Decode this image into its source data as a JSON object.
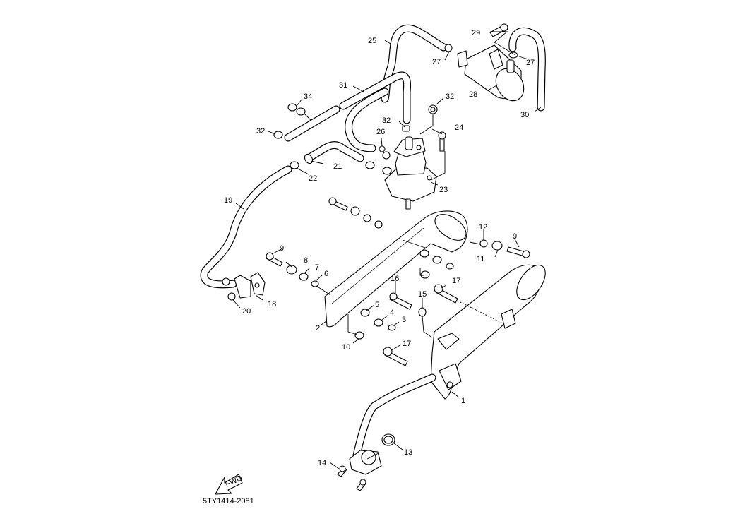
{
  "diagram": {
    "title": "Exhaust / Air induction system exploded parts diagram",
    "drawing_code": "5TY1414-2081",
    "fwd_arrow_label": "FWD",
    "callouts": [
      {
        "id": "c1",
        "text": "1"
      },
      {
        "id": "c2",
        "text": "2"
      },
      {
        "id": "c3",
        "text": "3"
      },
      {
        "id": "c4",
        "text": "4"
      },
      {
        "id": "c5",
        "text": "5"
      },
      {
        "id": "c6",
        "text": "6"
      },
      {
        "id": "c7",
        "text": "7"
      },
      {
        "id": "c8",
        "text": "8"
      },
      {
        "id": "c9a",
        "text": "9"
      },
      {
        "id": "c9b",
        "text": "9"
      },
      {
        "id": "c10",
        "text": "10"
      },
      {
        "id": "c11",
        "text": "11"
      },
      {
        "id": "c12",
        "text": "12"
      },
      {
        "id": "c13",
        "text": "13"
      },
      {
        "id": "c14",
        "text": "14"
      },
      {
        "id": "c15",
        "text": "15"
      },
      {
        "id": "c16",
        "text": "16"
      },
      {
        "id": "c17a",
        "text": "17"
      },
      {
        "id": "c17b",
        "text": "17"
      },
      {
        "id": "c18",
        "text": "18"
      },
      {
        "id": "c19",
        "text": "19"
      },
      {
        "id": "c20",
        "text": "20"
      },
      {
        "id": "c21",
        "text": "21"
      },
      {
        "id": "c22",
        "text": "22"
      },
      {
        "id": "c23",
        "text": "23"
      },
      {
        "id": "c24",
        "text": "24"
      },
      {
        "id": "c25",
        "text": "25"
      },
      {
        "id": "c26",
        "text": "26"
      },
      {
        "id": "c27a",
        "text": "27"
      },
      {
        "id": "c27b",
        "text": "27"
      },
      {
        "id": "c28",
        "text": "28"
      },
      {
        "id": "c29",
        "text": "29"
      },
      {
        "id": "c30",
        "text": "30"
      },
      {
        "id": "c31",
        "text": "31"
      },
      {
        "id": "c32a",
        "text": "32"
      },
      {
        "id": "c32b",
        "text": "32"
      },
      {
        "id": "c32c",
        "text": "32"
      },
      {
        "id": "c34",
        "text": "34"
      }
    ]
  }
}
